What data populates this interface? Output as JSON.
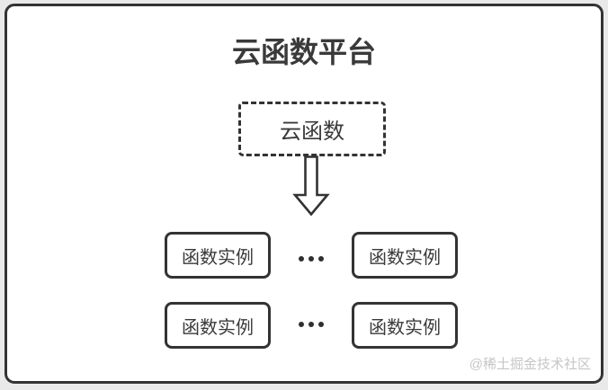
{
  "colors": {
    "canvas_bg": "#e9e9e9",
    "panel_bg": "#ffffff",
    "line": "#333333",
    "text": "#3a3a3a",
    "watermark": "#c6c6c6"
  },
  "diagram": {
    "title": "云函数平台",
    "cloud_function": {
      "label": "云函数"
    },
    "instances": [
      {
        "label": "函数实例"
      },
      {
        "label": "函数实例"
      },
      {
        "label": "函数实例"
      },
      {
        "label": "函数实例"
      }
    ],
    "ellipsis_icon": "three-dots",
    "arrow_icon": "hollow-down-arrow",
    "watermark": "@稀土掘金技术社区"
  }
}
